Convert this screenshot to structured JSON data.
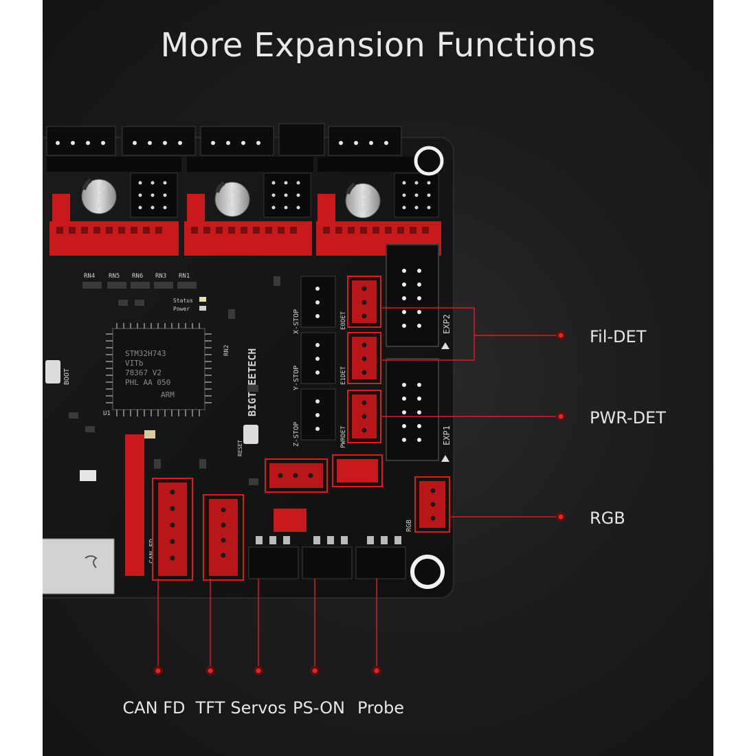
{
  "headline": "More Expansion Functions",
  "accent_color": "#d81e1e",
  "callouts": {
    "fil_det": "Fil-DET",
    "pwr_det": "PWR-DET",
    "rgb": "RGB",
    "can_fd": "CAN FD",
    "tft": "TFT",
    "servos": "Servos",
    "ps_on": "PS-ON",
    "probe": "Probe"
  },
  "silkscreen": {
    "brand": "BIGTREETECH",
    "mcu_line1": "STM32H743",
    "mcu_line2": "VITb",
    "mcu_line3": "78367 V2",
    "mcu_line4": "PHL AA 050",
    "arm": "ARM",
    "u1": "U1",
    "boot": "BOOT",
    "reset": "RESET",
    "status": "Status",
    "power": "Power",
    "rn4": "RN4",
    "rn5": "RN5",
    "rn6": "RN6",
    "rn3": "RN3",
    "rn1": "RN1",
    "rn2": "RN2",
    "x_stop": "X-STOP",
    "y_stop": "Y-STOP",
    "z_stop": "Z-STOP",
    "e0det": "E0DET",
    "e1det": "E1DET",
    "pwrdet": "PWRDET",
    "exp1": "EXP1",
    "exp2": "EXP2",
    "can_fd": "CAN FD",
    "rgb": "RGB",
    "cap_value": "100",
    "cap_voltage": "35V",
    "cap_code": "VH"
  }
}
